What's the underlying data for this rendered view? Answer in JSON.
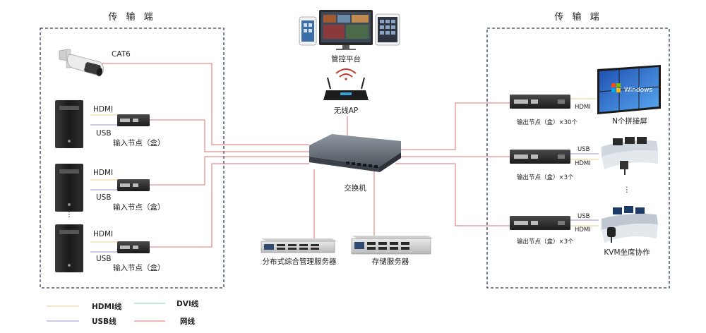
{
  "left_panel": {
    "title": "传 输 端"
  },
  "right_panel": {
    "title": "传 输 端"
  },
  "control": {
    "label": "管控平台"
  },
  "wireless": {
    "label": "无线AP"
  },
  "switch": {
    "label": "交换机"
  },
  "camera": {
    "cable_label": "CAT6"
  },
  "inputs": [
    {
      "hdmi": "HDMI",
      "usb": "USB",
      "label": "输入节点（盒）"
    },
    {
      "hdmi": "HDMI",
      "usb": "USB",
      "label": "输入节点（盒）"
    },
    {
      "hdmi": "HDMI",
      "usb": "USB",
      "label": "输入节点（盒）"
    }
  ],
  "servers": [
    {
      "label": "分布式综合管理服务器"
    },
    {
      "label": "存储服务器"
    }
  ],
  "outputs": [
    {
      "label": "输出节点（盒）×30个",
      "ports": [
        "HDMI"
      ],
      "device_label": "N个拼接屏",
      "screen_text": "Windows"
    },
    {
      "label": "输出节点（盒）×3个",
      "ports": [
        "USB",
        "HDMI"
      ],
      "device_label": ""
    },
    {
      "label": "输出节点（盒）×3个",
      "ports": [
        "USB",
        "HDMI"
      ],
      "device_label": "KVM坐席协作"
    }
  ],
  "legend": [
    {
      "name": "HDMI线",
      "color": "#e8cf8a"
    },
    {
      "name": "DVI线",
      "color": "#7fd6b0"
    },
    {
      "name": "USB线",
      "color": "#9e97d6"
    },
    {
      "name": "网线",
      "color": "#e07070"
    }
  ],
  "colors": {
    "panel_border": "#2a3d63",
    "network": "#e07070",
    "hdmi": "#e8cf8a",
    "usb": "#9e97d6"
  },
  "icons": [
    "camera-icon",
    "pc-tower-icon",
    "node-box-icon",
    "monitor-icon",
    "phone-icon",
    "tablet-icon",
    "wifi-icon",
    "router-icon",
    "switch-icon",
    "server-icon",
    "video-wall-icon",
    "console-desk-icon"
  ]
}
